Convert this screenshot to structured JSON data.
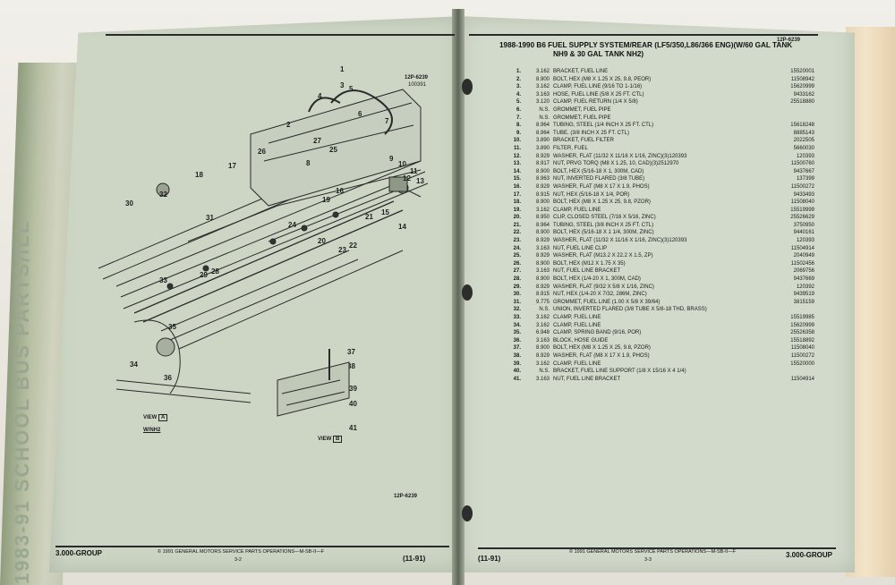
{
  "spine_label": "1983-91 SCHOOL BUS PARTS/ILL",
  "left_page": {
    "code_top": "12P-6239",
    "code_top2": "100391",
    "code_bottom": "12P-6239",
    "view_a": "VIEW",
    "view_a_box": "A",
    "view_a_sub": "W/NH2",
    "view_b": "VIEW",
    "view_b_box": "B",
    "footer_left": "3.000-GROUP",
    "footer_copyright": "© 1991 GENERAL MOTORS SERVICE PARTS OPERATIONS—M-SB-II—F",
    "footer_page": "3-2",
    "footer_right": "(11-91)"
  },
  "right_page": {
    "code_top": "12P-6239",
    "title_line1": "1988-1990 B6 FUEL SUPPLY SYSTEM/REAR (LF5/350,L86/366 ENG)(W/60 GAL TANK",
    "title_line2": "NH9 & 30 GAL TANK NH2)",
    "parts": [
      {
        "n": "1.",
        "g": "3.162",
        "d": "BRACKET, FUEL LINE",
        "p": "15520001"
      },
      {
        "n": "2.",
        "g": "8.900",
        "d": "BOLT, HEX (M8 X 1.25 X 25, 9.8, PEOR)",
        "p": "11508942"
      },
      {
        "n": "3.",
        "g": "3.162",
        "d": "CLAMP, FUEL LINE (9/16 TO 1-1/16)",
        "p": "15620999"
      },
      {
        "n": "4.",
        "g": "3.163",
        "d": "HOSE, FUEL LINE (5/8 X 25 FT. CTL)",
        "p": "9433162"
      },
      {
        "n": "5.",
        "g": "3.120",
        "d": "CLAMP, FUEL RETURN (1/4 X 5/8)",
        "p": "25518880"
      },
      {
        "n": "6.",
        "g": "N.S.",
        "d": "GROMMET, FUEL PIPE",
        "p": ""
      },
      {
        "n": "7.",
        "g": "N.S.",
        "d": "GROMMET, FUEL PIPE",
        "p": ""
      },
      {
        "n": "8.",
        "g": "8.964",
        "d": "TUBING, STEEL (1/4 INCH X 25 FT. CTL)",
        "p": "15618248"
      },
      {
        "n": "9.",
        "g": "8.964",
        "d": "TUBE, (3/8 INCH X 25 FT. CTL)",
        "p": "8885143"
      },
      {
        "n": "10.",
        "g": "3.890",
        "d": "BRACKET, FUEL FILTER",
        "p": "2022505"
      },
      {
        "n": "11.",
        "g": "3.890",
        "d": "FILTER, FUEL",
        "p": "5660030"
      },
      {
        "n": "12.",
        "g": "8.929",
        "d": "WASHER, FLAT (11/32 X 11/16 X 1/16, ZINC)(3)120393",
        "p": "120393"
      },
      {
        "n": "13.",
        "g": "8.917",
        "d": "NUT, PRVG TORQ (M8 X 1.25, 10, CAD)(3)2512970",
        "p": "11500760"
      },
      {
        "n": "14.",
        "g": "8.900",
        "d": "BOLT, HEX (5/16-18 X 1, 300M, CAD)",
        "p": "9437667"
      },
      {
        "n": "15.",
        "g": "8.963",
        "d": "NUT, INVERTED FLARED (3/8 TUBE)",
        "p": "137399"
      },
      {
        "n": "16.",
        "g": "8.929",
        "d": "WASHER, FLAT (M8 X 17 X 1.9, PHOS)",
        "p": "11500272"
      },
      {
        "n": "17.",
        "g": "8.915",
        "d": "NUT, HEX (5/16-18 X 1/4, POR)",
        "p": "9433493"
      },
      {
        "n": "18.",
        "g": "8.900",
        "d": "BOLT, HEX (M8 X 1.25 X 25, 9.8, PZOR)",
        "p": "11508040"
      },
      {
        "n": "19.",
        "g": "3.162",
        "d": "CLAMP, FUEL LINE",
        "p": "15519999"
      },
      {
        "n": "20.",
        "g": "8.950",
        "d": "CLIP, CLOSED STEEL (7/16 X 5/16, ZINC)",
        "p": "25526629"
      },
      {
        "n": "21.",
        "g": "8.964",
        "d": "TUBING, STEEL (3/8 INCH X 25 FT. CTL)",
        "p": "3750950"
      },
      {
        "n": "22.",
        "g": "8.900",
        "d": "BOLT, HEX (5/16-18 X 1 1/4, 300M, ZINC)",
        "p": "9440161"
      },
      {
        "n": "23.",
        "g": "8.929",
        "d": "WASHER, FLAT (11/32 X 11/16 X 1/16, ZINC)(3)120393",
        "p": "120393"
      },
      {
        "n": "24.",
        "g": "3.163",
        "d": "NUT, FUEL LINE CLIP",
        "p": "11504914"
      },
      {
        "n": "25.",
        "g": "8.929",
        "d": "WASHER, FLAT (M13.2 X 22.2 X 1.5, ZP)",
        "p": "2040949"
      },
      {
        "n": "26.",
        "g": "8.900",
        "d": "BOLT, HEX (M12 X 1.75 X 35)",
        "p": "11502456"
      },
      {
        "n": "27.",
        "g": "3.163",
        "d": "NUT, FUEL LINE BRACKET",
        "p": "2069756"
      },
      {
        "n": "28.",
        "g": "8.900",
        "d": "BOLT, HEX (1/4-20 X 1, 300M, CAD)",
        "p": "9437669"
      },
      {
        "n": "29.",
        "g": "8.929",
        "d": "WASHER, FLAT (9/32 X 5/8 X 1/16, ZINC)",
        "p": "120392"
      },
      {
        "n": "30.",
        "g": "8.915",
        "d": "NUT, HEX (1/4-20 X 7/32, 286M, ZINC)",
        "p": "9439519"
      },
      {
        "n": "31.",
        "g": "9.775",
        "d": "GROMMET, FUEL LINE (1.00 X 5/8 X 39/64)",
        "p": "3815159"
      },
      {
        "n": "32.",
        "g": "N.S.",
        "d": "UNION, INVERTED FLARED (3/8 TUBE X 5/8-18 THD, BRASS)",
        "p": ""
      },
      {
        "n": "33.",
        "g": "3.162",
        "d": "CLAMP, FUEL LINE",
        "p": "15519985"
      },
      {
        "n": "34.",
        "g": "3.162",
        "d": "CLAMP, FUEL LINE",
        "p": "15620999"
      },
      {
        "n": "35.",
        "g": "6.948",
        "d": "CLAMP, SPRING BAND (9/16, POR)",
        "p": "25526358"
      },
      {
        "n": "36.",
        "g": "3.163",
        "d": "BLOCK, HOSE GUIDE",
        "p": "15518892"
      },
      {
        "n": "37.",
        "g": "8.900",
        "d": "BOLT, HEX (M8 X 1.25 X 25, 9.8, PZOR)",
        "p": "11508040"
      },
      {
        "n": "38.",
        "g": "8.929",
        "d": "WASHER, FLAT (M8 X 17 X 1.9, PHOS)",
        "p": "11500272"
      },
      {
        "n": "39.",
        "g": "3.162",
        "d": "CLAMP, FUEL LINE",
        "p": "15520000"
      },
      {
        "n": "40.",
        "g": "N.S.",
        "d": "BRACKET, FUEL LINE SUPPORT (1/8 X 15/16 X 4 1/4)",
        "p": ""
      },
      {
        "n": "41.",
        "g": "3.163",
        "d": "NUT, FUEL LINE BRACKET",
        "p": "11504914"
      }
    ],
    "footer_left": "(11-91)",
    "footer_copyright": "© 1991 GENERAL MOTORS SERVICE PARTS OPERATIONS—M-SB-II—F",
    "footer_page": "3-3",
    "footer_right": "3.000-GROUP"
  },
  "callouts": [
    "1",
    "2",
    "3",
    "4",
    "5",
    "6",
    "7",
    "8",
    "9",
    "10",
    "11",
    "12",
    "13",
    "14",
    "15",
    "16",
    "17",
    "18",
    "19",
    "20",
    "21",
    "22",
    "23",
    "24",
    "25",
    "26",
    "27",
    "28",
    "29",
    "30",
    "31",
    "32",
    "33",
    "34",
    "35",
    "36",
    "37",
    "38",
    "39",
    "40",
    "41"
  ]
}
